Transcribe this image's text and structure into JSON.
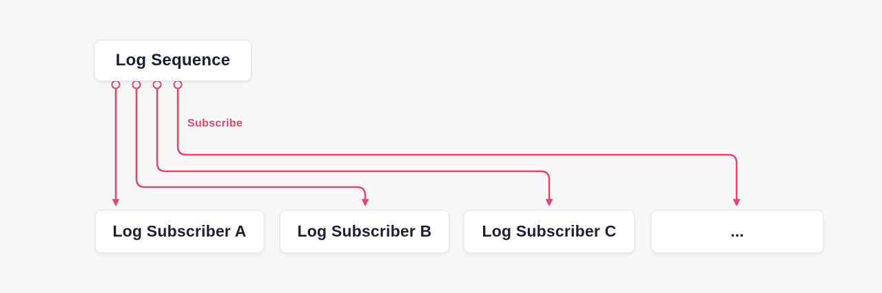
{
  "diagram": {
    "type": "flow-diagram",
    "publisher": {
      "id": "log-sequence",
      "label": "Log Sequence"
    },
    "edge_label": "Subscribe",
    "subscribers": [
      {
        "id": "log-subscriber-a",
        "label": "Log Subscriber A"
      },
      {
        "id": "log-subscriber-b",
        "label": "Log Subscriber B"
      },
      {
        "id": "log-subscriber-c",
        "label": "Log Subscriber C"
      },
      {
        "id": "more-subscribers",
        "label": "..."
      }
    ],
    "edges": [
      {
        "from": "log-sequence",
        "to": "log-subscriber-a",
        "label": "Subscribe"
      },
      {
        "from": "log-sequence",
        "to": "log-subscriber-b",
        "label": "Subscribe"
      },
      {
        "from": "log-sequence",
        "to": "log-subscriber-c",
        "label": "Subscribe"
      },
      {
        "from": "log-sequence",
        "to": "more-subscribers",
        "label": "Subscribe"
      }
    ],
    "colors": {
      "accent": "#e8436b",
      "node_text": "#1a2133",
      "node_bg": "#ffffff",
      "node_border": "#e6e7ee",
      "background": "#f7f7f8"
    }
  }
}
